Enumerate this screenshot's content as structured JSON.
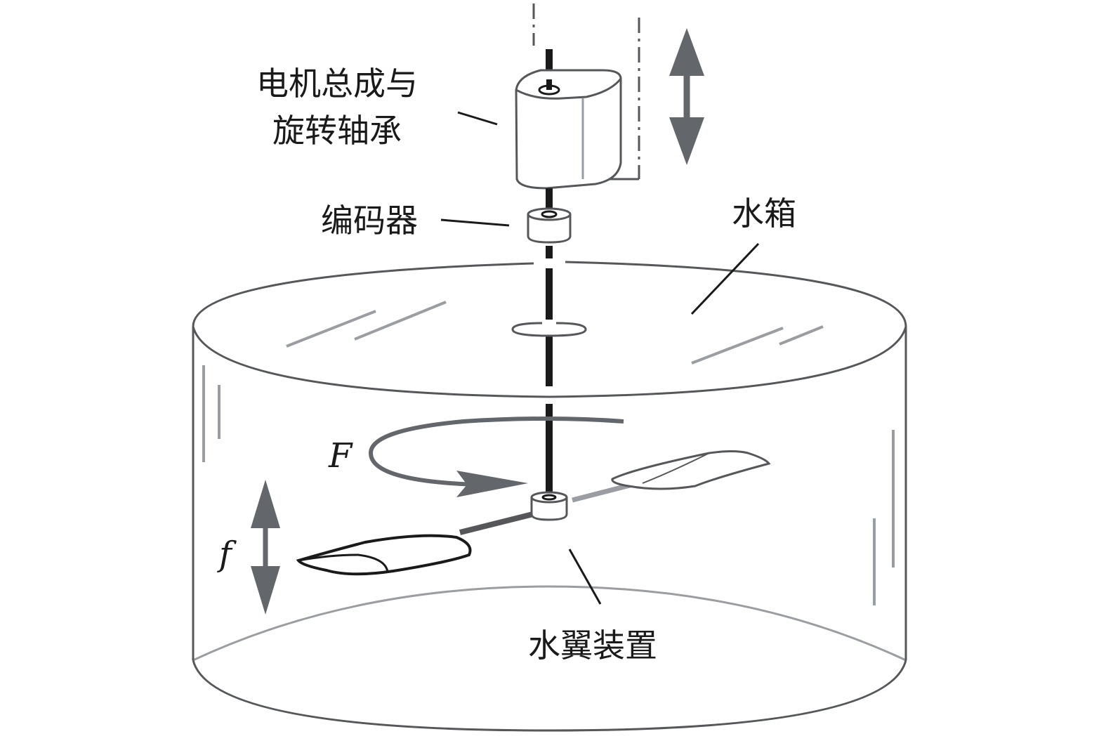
{
  "labels": {
    "motor_line1": "电机总成与",
    "motor_line2": "旋转轴承",
    "encoder": "编码器",
    "water_tank": "水箱",
    "hydrofoil": "水翼装置",
    "force_rotation": "F",
    "frequency": "f"
  },
  "colors": {
    "outline": "#55575b",
    "shaft": "#1a1a1a",
    "arrow": "#63666b",
    "glint": "#9a9da1"
  }
}
